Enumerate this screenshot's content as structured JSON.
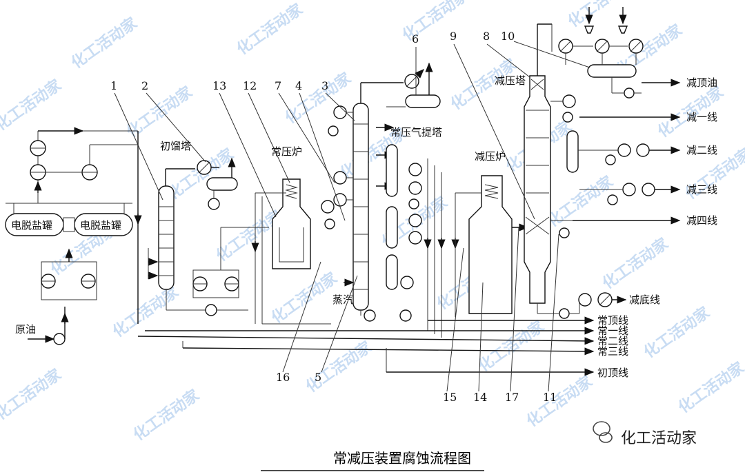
{
  "caption": "常减压装置腐蚀流程图",
  "brand": "化工活动家",
  "watermark": "化工活动家",
  "labels": {
    "crude_oil": "原油",
    "desalter_left": "电脱盐罐",
    "desalter_right": "电脱盐罐",
    "pre_flash_tower": "初馏塔",
    "atm_furnace": "常压炉",
    "atm_stripper": "常压气提塔",
    "vac_furnace": "减压炉",
    "vac_tower": "减压塔",
    "steam": "蒸汽"
  },
  "outputs": {
    "vac_top_oil": "减顶油",
    "vac_line1": "减一线",
    "vac_line2": "减二线",
    "vac_line3": "减三线",
    "vac_line4": "减四线",
    "vac_bottom": "减底线",
    "atm_top": "常顶线",
    "atm_line1": "常一线",
    "atm_line2": "常二线",
    "atm_line3": "常三线",
    "pre_top": "初顶线"
  },
  "callouts": {
    "n1": "1",
    "n2": "2",
    "n3": "3",
    "n4": "4",
    "n5": "5",
    "n6": "6",
    "n7": "7",
    "n8": "8",
    "n9": "9",
    "n10": "10",
    "n11": "11",
    "n12": "12",
    "n13": "13",
    "n14": "14",
    "n15": "15",
    "n16": "16",
    "n17": "17"
  }
}
